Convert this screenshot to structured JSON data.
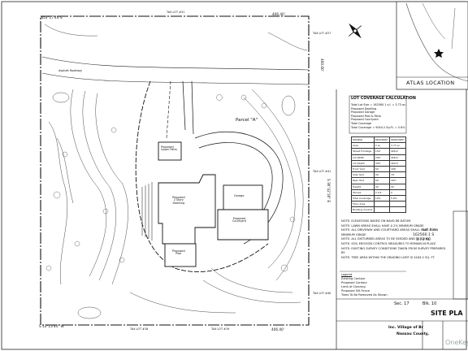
{
  "bearings": {
    "north": "N53°17'44\"E",
    "north_dist": "406.40'",
    "east_top": "400.00'",
    "east_side": "S 36°42'16\" E",
    "south": "S 53°13'44\" W",
    "south_dist": "406.40'"
  },
  "map_labels": {
    "road": "Asphalt Roadway",
    "parcel": "Parcel \"A\"",
    "dwelling": "Proposed\n2 Story\nDwelling",
    "garage": "Garage",
    "courtyard": "Proposed\nCourtyard",
    "pool": "Proposed\nPool",
    "patio": "Proposed\nUpper Patio"
  },
  "tax_lots": [
    "TAX LOT #31",
    "TAX LOT #27",
    "TAX LOT #41",
    "TAX LOT #40",
    "TAX LOT #18",
    "TAX LOT #19"
  ],
  "atlas": {
    "title": "ATLAS LOCATION"
  },
  "coverage": {
    "title": "LOT COVERAGE CALCULATION",
    "lines": [
      "Total Lot Size = 162560.1 s.f. = 3.73 ac.",
      "Proposed Dwelling",
      "Proposed Garage",
      "Proposed Pool & Patio",
      "Proposed Courtyard",
      "Total Coverage",
      "Total Coverage = 9044.2 Sq.Ft. = 5.6%"
    ]
  },
  "zoning": {
    "headers": [
      "ZONING",
      "REQUIRED",
      "PROPOSED"
    ],
    "rows": [
      [
        "Area",
        "2 ac",
        "3.73 ac"
      ],
      [
        "Street Frontage",
        "150'",
        "406.4'"
      ],
      [
        "Lot Width",
        "200'",
        "406.4'"
      ],
      [
        "Lot Depth",
        "300'",
        "400.0'"
      ],
      [
        "Front Yard",
        "50'",
        "166'"
      ],
      [
        "Side Yard",
        "30'",
        "79'"
      ],
      [
        "Rear Yard",
        "50'",
        "163'"
      ],
      [
        "Height",
        "32'",
        "31'"
      ],
      [
        "Stories",
        "2 1/2",
        "2"
      ],
      [
        "Total Coverage",
        "10%",
        "5.6%"
      ],
      [
        "Floor Area",
        "",
        ""
      ],
      [
        "Building Volume",
        "",
        ""
      ]
    ]
  },
  "notes": [
    "NOTE: ELEVATIONS BASED ON NAVD 88 DATUM",
    "NOTE: LAWN AREAS SHALL HAVE A 2% MINIMUM GRADE",
    "NOTE: ALL DRIVEWAY AND COURTYARD AREAS SHALL HAVE A 1% MINIMUM GRADE",
    "NOTE: ALL DISTURBED AREAS TO BE SEEDED AND MULCHED",
    "NOTE: SOIL EROSION CONTROL MEASURES TO REMAIN IN PLACE",
    "NOTE: EXISTING SURVEY CONDITIONS TAKEN FROM SURVEY PREPARED BY",
    "NOTE: TREE AREA WITHIN THE GRADING LIMIT IS 4184.2 SQ. FT."
  ],
  "legend": {
    "title": "Legend",
    "items": [
      "Existing Contour",
      "Proposed Contour",
      "Limit of Clearing",
      "Proposed Silt Fence",
      "Trees To Be Removed As Shown"
    ]
  },
  "lot_area": {
    "label": "Lot Area",
    "value1": "162560.1 S",
    "value2": "3.73 AC"
  },
  "footer": {
    "sec": "Sec. 17",
    "blk": "Blk. 10",
    "title": "SITE PLA",
    "village": "Inc. Village of Br",
    "county": "Nassau County,"
  },
  "watermark": "OneKey"
}
